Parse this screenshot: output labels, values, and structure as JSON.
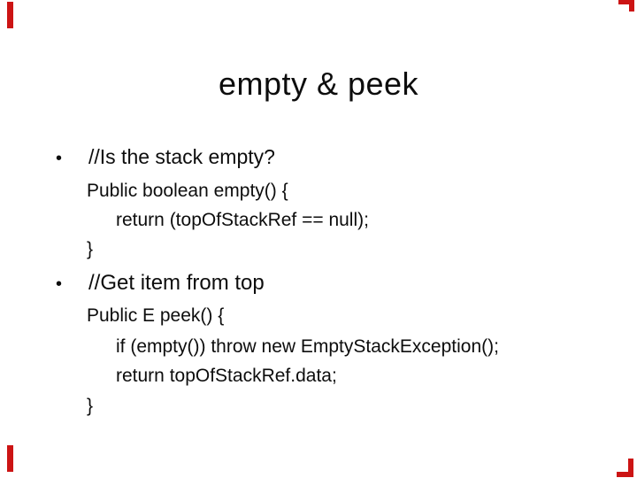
{
  "slide": {
    "title": "empty & peek",
    "corner_mark_color": "#cc1414",
    "bullets": [
      {
        "marker": "•",
        "comment": "//Is the stack empty?",
        "code_lines": [
          "Public boolean empty() {",
          "return (topOfStackRef == null);",
          "}"
        ]
      },
      {
        "marker": "•",
        "comment": "//Get item from top",
        "code_lines": [
          "Public E peek() {",
          "if (empty()) throw new EmptyStackException();",
          "return topOfStackRef.data;",
          "}"
        ]
      }
    ]
  }
}
